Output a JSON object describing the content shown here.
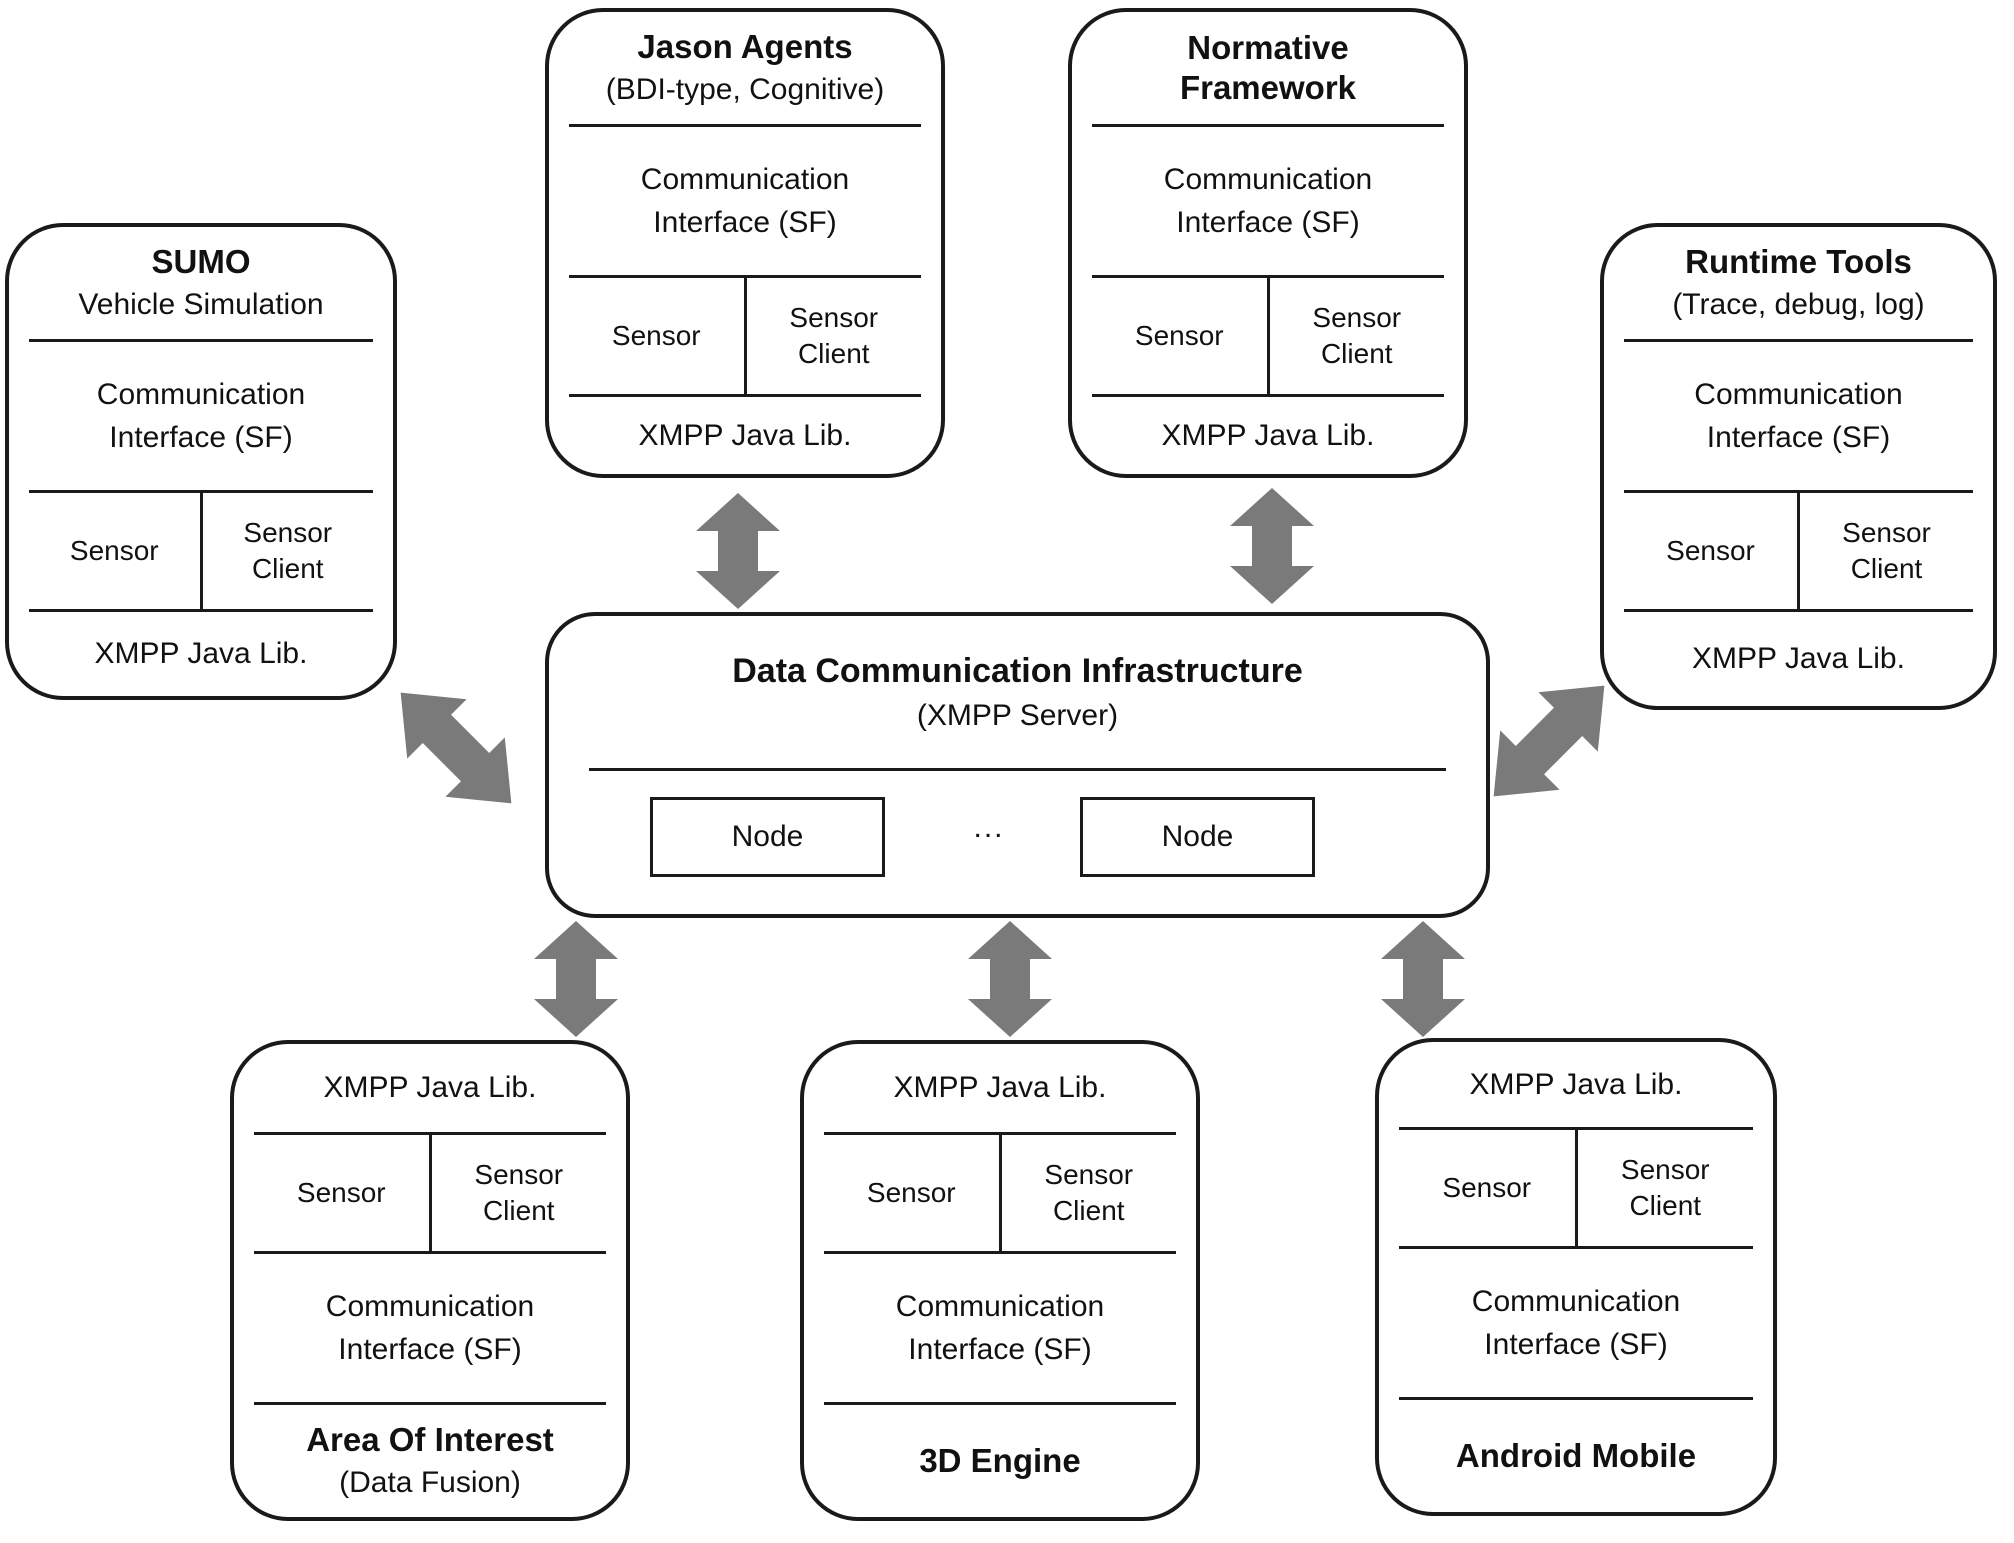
{
  "colors": {
    "arrow": "#7a7a7a",
    "line": "#1a1a1a"
  },
  "shared": {
    "comm_interface": "Communication Interface (SF)",
    "sensor": "Sensor",
    "sensor_client": "Sensor Client",
    "xmpp_lib": "XMPP Java Lib."
  },
  "center": {
    "title": "Data Communication Infrastructure",
    "subtitle": "(XMPP Server)",
    "nodes": [
      "Node",
      "Node"
    ],
    "ellipsis": "..."
  },
  "modules": {
    "sumo": {
      "title": "SUMO",
      "subtitle": "Vehicle Simulation"
    },
    "jason_agents": {
      "title": "Jason Agents",
      "subtitle": "(BDI-type, Cognitive)"
    },
    "normative_framework": {
      "title": "Normative\nFramework"
    },
    "runtime_tools": {
      "title": "Runtime Tools",
      "subtitle": "(Trace, debug, log)"
    },
    "area_of_interest": {
      "title": "Area Of Interest",
      "subtitle": "(Data Fusion)"
    },
    "engine_3d": {
      "title": "3D Engine"
    },
    "android_mobile": {
      "title": "Android Mobile"
    }
  }
}
